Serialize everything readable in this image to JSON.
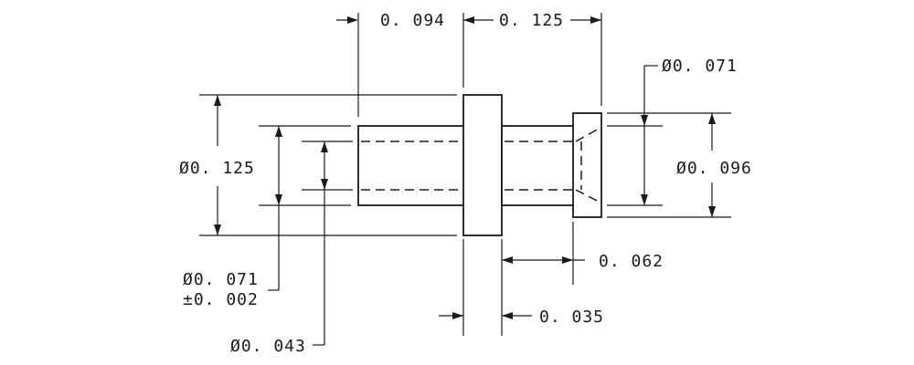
{
  "drawing": {
    "dimensions": {
      "len_left": "0. 094",
      "len_flange": "0. 125",
      "dia_top_right": "Ø0. 071",
      "dia_outer": "Ø0. 125",
      "dia_right": "Ø0. 096",
      "len_right": "0. 062",
      "dia_bore_line1": "Ø0. 071",
      "dia_bore_line2": "±0. 002",
      "len_flange_thk": "0. 035",
      "dia_inner": "Ø0. 043"
    }
  }
}
